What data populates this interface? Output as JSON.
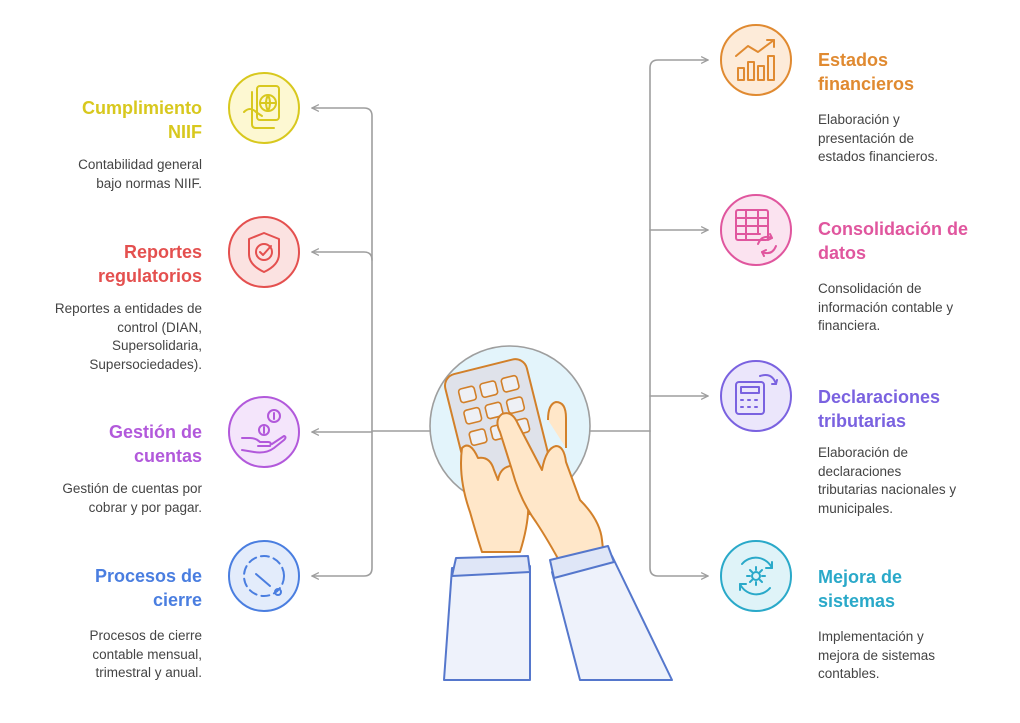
{
  "colors": {
    "connector": "#9e9e9e",
    "yellow": "#d8c81e",
    "red": "#e4504f",
    "purple": "#b259db",
    "blue": "#4a7ee0",
    "orange": "#e08a31",
    "pink": "#e0569e",
    "violet": "#7a62e0",
    "teal": "#2aa9c9",
    "hand_outline": "#d2802a",
    "hand_fill": "#ffe7c9",
    "sleeve_outline": "#5577cc",
    "sleeve_fill": "#eef2fb",
    "calculator_fill": "#dfe2ea",
    "center_circle": "#e3f4fb"
  },
  "left_items": [
    {
      "icon": "passport-globe-icon",
      "color": "#d8c81e",
      "title_lines": [
        "Cumplimiento",
        "NIIF"
      ],
      "desc_lines": [
        "Contabilidad general",
        "bajo normas NIIF."
      ]
    },
    {
      "icon": "shield-check-icon",
      "color": "#e4504f",
      "title_lines": [
        "Reportes",
        "regulatorios"
      ],
      "desc_lines": [
        "Reportes a entidades de",
        "control (DIAN,",
        "Supersolidaria,",
        "Supersociedades)."
      ]
    },
    {
      "icon": "hand-coins-icon",
      "color": "#b259db",
      "title_lines": [
        "Gestión de",
        "cuentas"
      ],
      "desc_lines": [
        "Gestión de cuentas por",
        "cobrar y por pagar."
      ]
    },
    {
      "icon": "clock-cycle-icon",
      "color": "#4a7ee0",
      "title_lines": [
        "Procesos de",
        "cierre"
      ],
      "desc_lines": [
        "Procesos de cierre",
        "contable mensual,",
        "trimestral y anual."
      ]
    }
  ],
  "right_items": [
    {
      "icon": "bar-chart-growth-icon",
      "color": "#e08a31",
      "title_lines": [
        "Estados",
        "financieros"
      ],
      "desc_lines": [
        "Elaboración y",
        "presentación de",
        "estados financieros."
      ]
    },
    {
      "icon": "table-sync-icon",
      "color": "#e0569e",
      "title_lines": [
        "Consolidación de",
        "datos"
      ],
      "desc_lines": [
        "Consolidación de",
        "información contable y",
        "financiera."
      ]
    },
    {
      "icon": "calculator-refresh-icon",
      "color": "#7a62e0",
      "title_lines": [
        "Declaraciones",
        "tributarias"
      ],
      "desc_lines": [
        "Elaboración de",
        "declaraciones",
        "tributarias nacionales y",
        "municipales."
      ]
    },
    {
      "icon": "gear-cycle-icon",
      "color": "#2aa9c9",
      "title_lines": [
        "Mejora de",
        "sistemas"
      ],
      "desc_lines": [
        "Implementación y",
        "mejora de sistemas",
        "contables."
      ]
    }
  ],
  "center": {
    "icon": "hands-calculator-icon"
  }
}
